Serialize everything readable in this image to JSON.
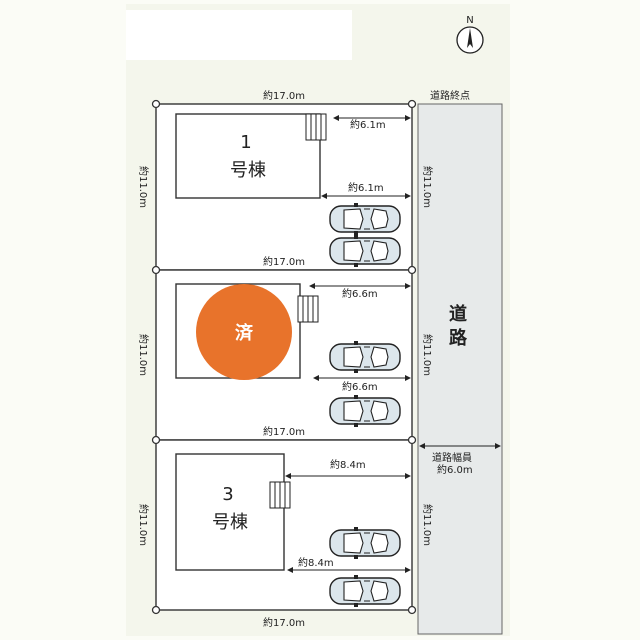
{
  "compass": {
    "north_label": "N",
    "icon": "compass-icon"
  },
  "road": {
    "name": "道路",
    "end_label": "道路終点",
    "width_label": "道路幅員",
    "width_value": "約6.0m"
  },
  "lots": [
    {
      "id": "1",
      "number": "1",
      "suffix": "号棟",
      "sold": false,
      "top_width": "約17.0m",
      "depth": "約11.0m",
      "right_depth": "約11.0m",
      "dim_upper": "約6.1m",
      "dim_lower": "約6.1m"
    },
    {
      "id": "2",
      "number": "",
      "suffix": "",
      "sold": true,
      "sold_label": "済",
      "top_width": "約17.0m",
      "depth": "約11.0m",
      "right_depth": "約11.0m",
      "dim_upper": "約6.6m",
      "dim_lower": "約6.6m"
    },
    {
      "id": "3",
      "number": "3",
      "suffix": "号棟",
      "sold": false,
      "top_width": "約17.0m",
      "bottom_width": "約17.0m",
      "depth": "約11.0m",
      "right_depth": "約11.0m",
      "dim_upper": "約8.4m",
      "dim_lower": "約8.4m"
    }
  ],
  "colors": {
    "sold_badge": "#e8732b",
    "road": "#e7eaea",
    "lot_fill": "#ffffff",
    "line": "#333333",
    "car": "#dce6ec"
  }
}
